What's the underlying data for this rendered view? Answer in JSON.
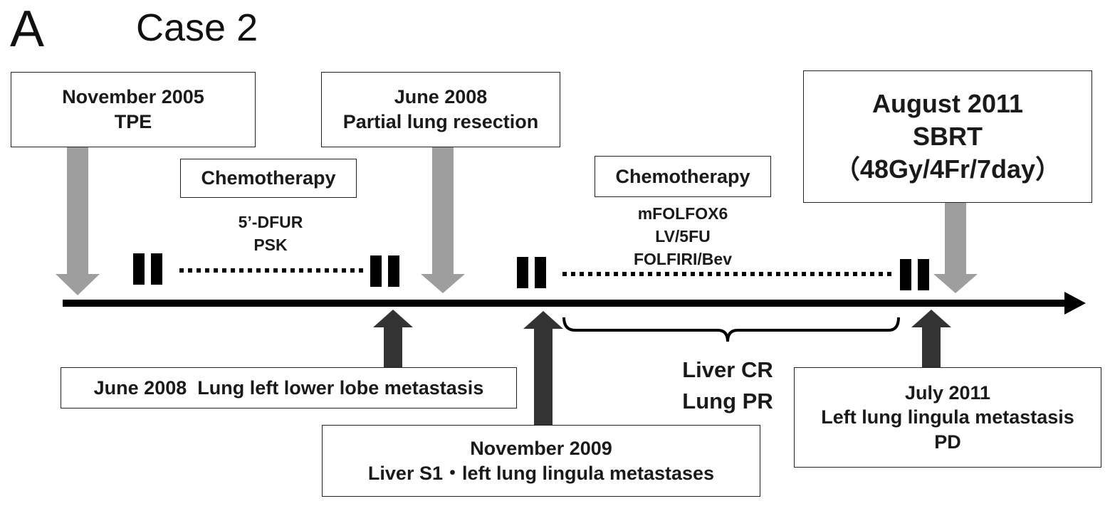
{
  "panel_label": "A",
  "case_title": "Case 2",
  "events_above": [
    {
      "lines": [
        "November 2005",
        "TPE"
      ]
    },
    {
      "lines": [
        "June 2008",
        "Partial lung resection"
      ]
    },
    {
      "lines": [
        "August 2011",
        "SBRT",
        "（48Gy/4Fr/7day）"
      ]
    }
  ],
  "chemotherapy_1": {
    "label": "Chemotherapy",
    "drugs": [
      "5’-DFUR",
      "PSK"
    ]
  },
  "chemotherapy_2": {
    "label": "Chemotherapy",
    "drugs": [
      "mFOLFOX6",
      "LV/5FU",
      "FOLFIRI/Bev"
    ]
  },
  "events_below": [
    {
      "lines": [
        "June 2008  Lung left lower lobe metastasis"
      ]
    },
    {
      "lines": [
        "November 2009",
        "Liver S1・left lung lingula metastases"
      ]
    },
    {
      "lines": [
        "July 2011",
        "Left lung lingula metastasis",
        "PD"
      ]
    }
  ],
  "response": [
    "Liver CR",
    "Lung PR"
  ],
  "colors": {
    "timeline": "#000000",
    "arrow_above": "#9e9e9e",
    "arrow_below": "#333333",
    "box_border": "#222222"
  }
}
